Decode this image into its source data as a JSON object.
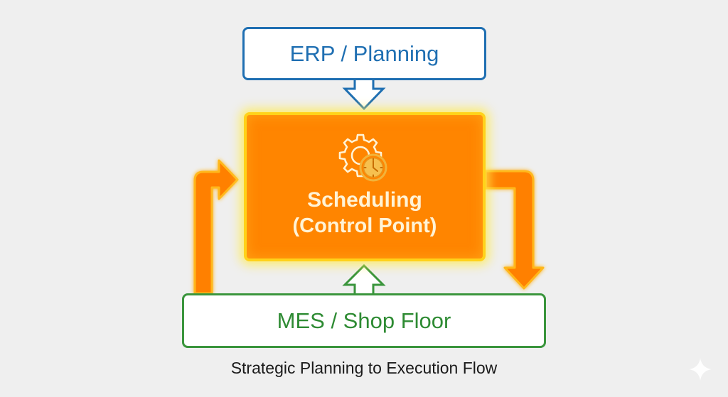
{
  "diagram": {
    "top_box": {
      "label": "ERP / Planning",
      "color": "#1f6fb2"
    },
    "center_box": {
      "title": "Scheduling",
      "subtitle": "(Control Point)",
      "icon": "gear-clock-icon",
      "fill": "#ff8500",
      "glow": "#ffe34a"
    },
    "bottom_box": {
      "label": "MES / Shop Floor",
      "color": "#3a953c"
    },
    "arrows": [
      {
        "from": "ERP / Planning",
        "to": "Scheduling",
        "style": "outline-blue-down"
      },
      {
        "from": "MES / Shop Floor",
        "to": "Scheduling",
        "style": "outline-green-up"
      },
      {
        "from": "Scheduling",
        "to": "MES / Shop Floor",
        "style": "orange-elbow-right-down"
      },
      {
        "from": "MES / Shop Floor",
        "to": "Scheduling",
        "style": "orange-elbow-up-right"
      }
    ],
    "caption": "Strategic Planning to Execution Flow"
  },
  "watermark": {
    "icon": "sparkle-icon"
  }
}
